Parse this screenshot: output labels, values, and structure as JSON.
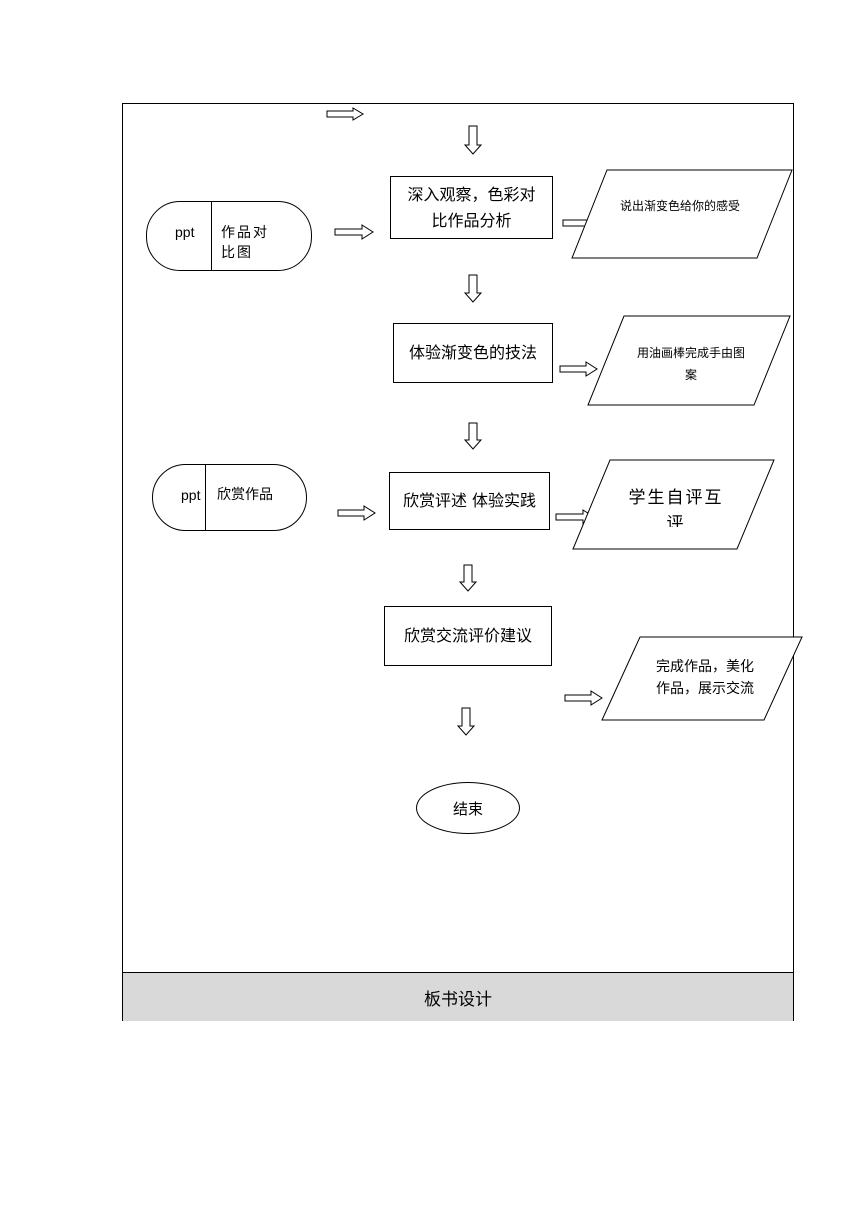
{
  "process_steps": [
    {
      "id": "step1",
      "label": "深入观察，色彩对比作品分析"
    },
    {
      "id": "step2",
      "label": "体验渐变色的技法"
    },
    {
      "id": "step3",
      "label": "欣赏评述 体验实践"
    },
    {
      "id": "step4",
      "label": "欣赏交流评价建议"
    }
  ],
  "activities": [
    {
      "id": "act1",
      "label": "说出渐变色给你的感受"
    },
    {
      "id": "act2",
      "label": "用油画棒完成手由图案"
    },
    {
      "id": "act3",
      "label": "学生自评互评"
    },
    {
      "id": "act4",
      "label": "完成作品，美化作品，展示交流"
    }
  ],
  "resources": [
    {
      "id": "res1",
      "tag": "ppt",
      "label": "作品对比图"
    },
    {
      "id": "res2",
      "tag": "ppt",
      "label": "欣赏作品"
    }
  ],
  "end_label": "结束",
  "footer": {
    "title": "板书设计"
  }
}
